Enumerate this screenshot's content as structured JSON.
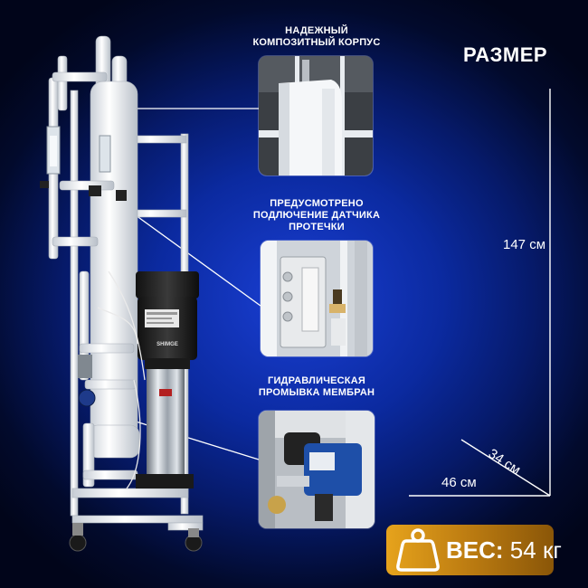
{
  "callouts": [
    {
      "title": "НАДЕЖНЫЙ\nКОМПОЗИТНЫЙ КОРПУС"
    },
    {
      "title": "ПРЕДУСМОТРЕНО\nПОДЛЮЧЕНИЕ ДАТЧИКА\nПРОТЕЧКИ"
    },
    {
      "title": "ГИДРАВЛИЧЕСКАЯ\nПРОМЫВКА МЕМБРАН"
    }
  ],
  "size": {
    "title": "РАЗМЕР",
    "height": "147 см",
    "depth": "34 см",
    "width": "46 см"
  },
  "weight": {
    "label": "ВЕС:",
    "value": "54 кг"
  },
  "pump_brand": "SHIMGE",
  "colors": {
    "accent": "#e6a31c",
    "background": "#0b2aa0"
  }
}
